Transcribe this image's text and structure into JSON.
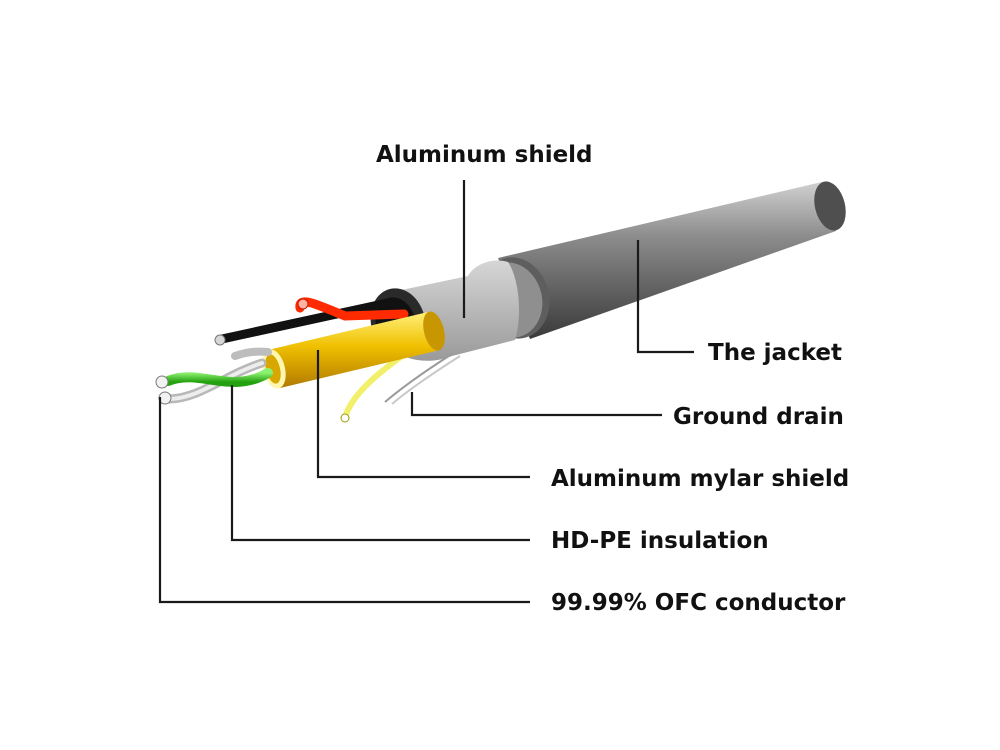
{
  "labels": {
    "aluminum_shield": "Aluminum shield",
    "jacket": "The jacket",
    "ground_drain": "Ground drain",
    "mylar_shield": "Aluminum mylar shield",
    "insulation": "HD-PE insulation",
    "conductor": "99.99% OFC conductor"
  },
  "colors": {
    "background": "#ffffff",
    "jacket": "#6e6e6e",
    "aluminum_shield": "#bdbdbd",
    "mylar_shield": "#e8b400",
    "wire_red": "#ff2a00",
    "wire_black": "#111111",
    "wire_green": "#3fcf24",
    "wire_white": "#e6e6e6",
    "drain_wire": "#f2f06a",
    "leader_line": "#1a1a1a"
  }
}
